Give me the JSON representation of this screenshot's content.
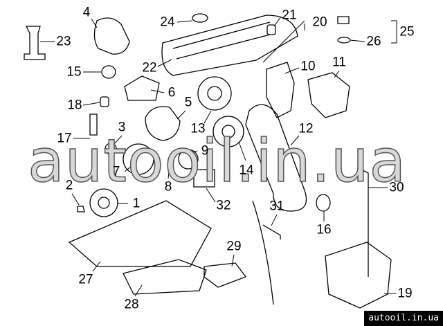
{
  "diagram": {
    "callouts": [
      {
        "id": "4"
      },
      {
        "id": "23"
      },
      {
        "id": "24"
      },
      {
        "id": "21"
      },
      {
        "id": "20"
      },
      {
        "id": "25"
      },
      {
        "id": "26"
      },
      {
        "id": "22"
      },
      {
        "id": "15"
      },
      {
        "id": "10"
      },
      {
        "id": "11"
      },
      {
        "id": "6"
      },
      {
        "id": "18"
      },
      {
        "id": "5"
      },
      {
        "id": "13"
      },
      {
        "id": "17"
      },
      {
        "id": "3"
      },
      {
        "id": "12"
      },
      {
        "id": "9"
      },
      {
        "id": "14"
      },
      {
        "id": "7"
      },
      {
        "id": "8"
      },
      {
        "id": "2"
      },
      {
        "id": "30"
      },
      {
        "id": "1"
      },
      {
        "id": "32"
      },
      {
        "id": "31"
      },
      {
        "id": "16"
      },
      {
        "id": "29"
      },
      {
        "id": "27"
      },
      {
        "id": "28"
      },
      {
        "id": "19"
      }
    ],
    "watermark": "autooil.in.ua",
    "site_badge": "autooil.in.ua"
  }
}
